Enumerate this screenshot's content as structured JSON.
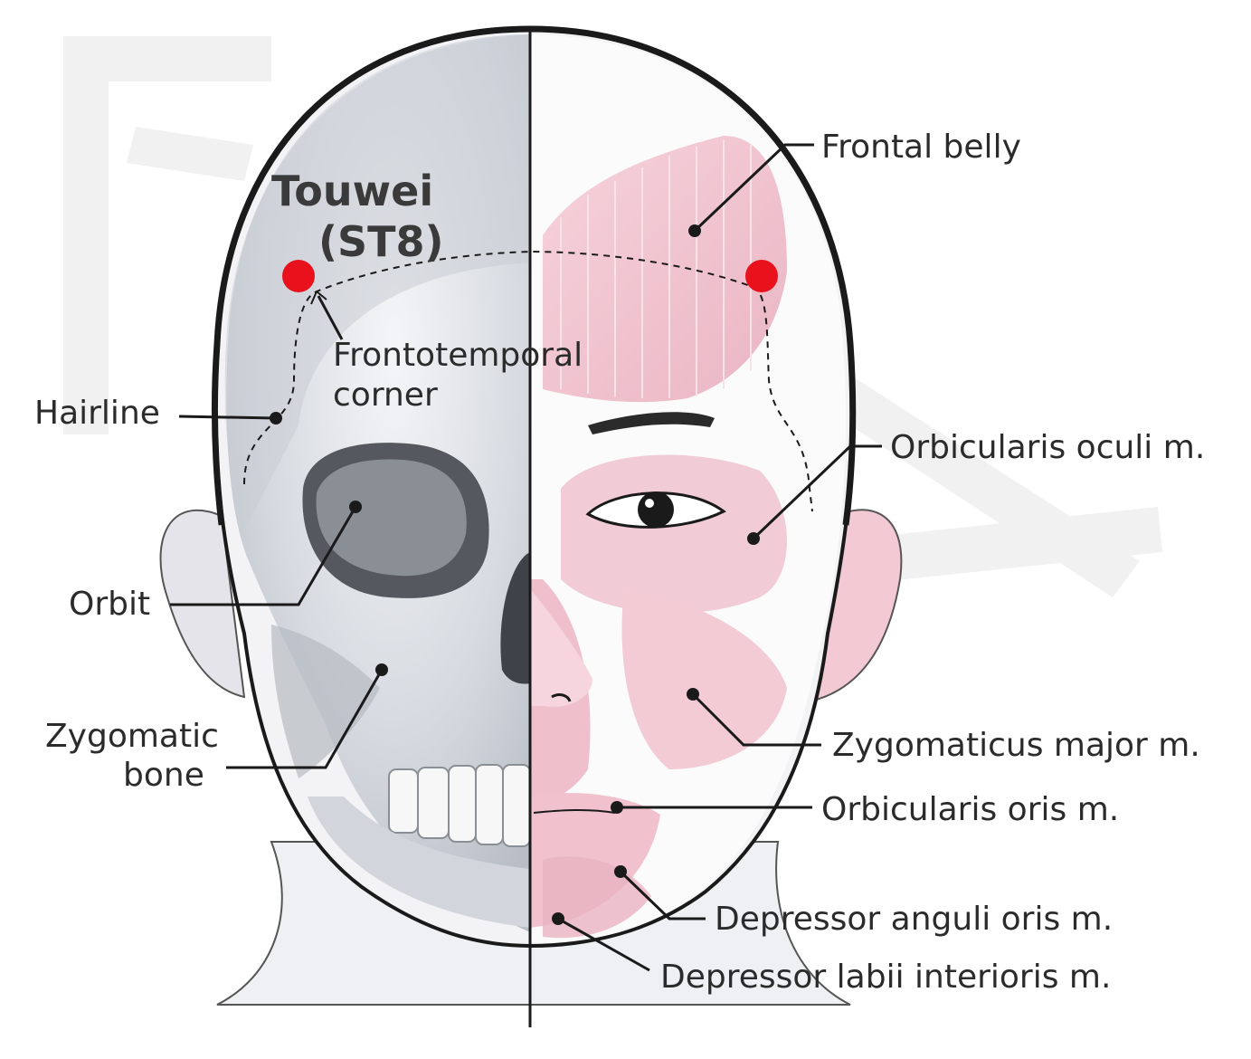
{
  "point": {
    "name": "Touwei",
    "code": "(ST8)",
    "color": "#e8111c"
  },
  "labels": {
    "frontal_belly": "Frontal belly",
    "frontotemporal_line1": "Frontotemporal",
    "frontotemporal_line2": "corner",
    "hairline": "Hairline",
    "orbicularis_oculi": "Orbicularis oculi m.",
    "orbit": "Orbit",
    "zygomatic_line1": "Zygomatic",
    "zygomatic_line2": "bone",
    "zygomaticus_major": "Zygomaticus major m.",
    "orbicularis_oris": "Orbicularis oris m.",
    "depressor_anguli": "Depressor anguli oris m.",
    "depressor_labii": "Depressor labii interioris m."
  },
  "colors": {
    "muscle_pink": "#f2c4d0",
    "skull_grey": "#d9dde3",
    "outline": "#1a1a1a"
  }
}
